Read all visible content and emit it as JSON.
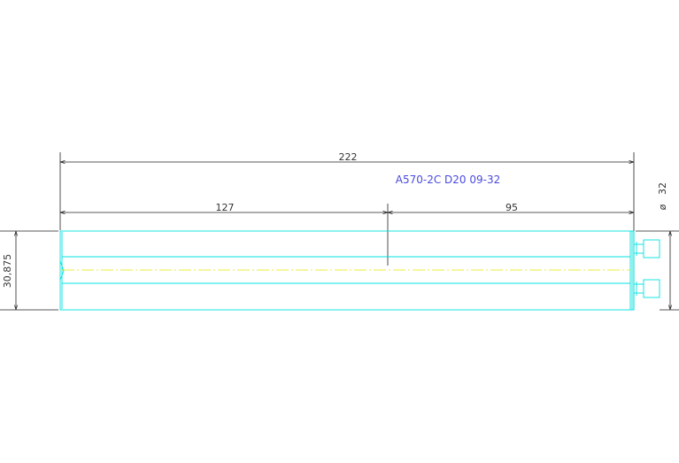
{
  "drawing": {
    "part_label": "A570-2C D20 09-32",
    "dimensions": {
      "overall_length": "222",
      "left_segment": "127",
      "right_segment": "95",
      "height": "30,875",
      "diameter_symbol": "ø",
      "diameter_value": "32"
    },
    "colors": {
      "outline": "#00e0e0",
      "centerline": "#e6e600",
      "dimension": "#222222",
      "label": "#4a4adf"
    }
  }
}
